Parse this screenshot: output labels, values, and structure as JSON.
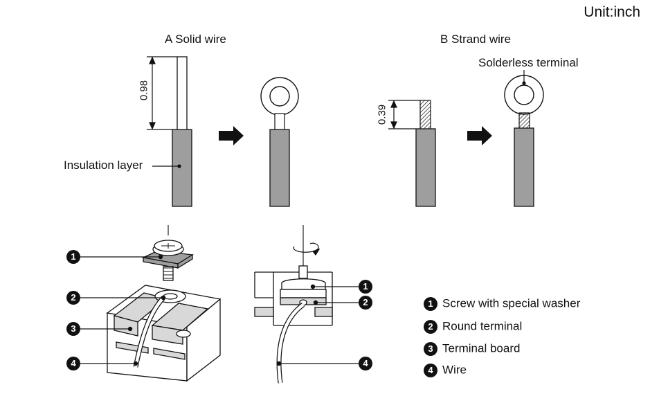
{
  "unit_label": "Unit:inch",
  "section_a": {
    "title": "A Solid wire",
    "dimension": "0.98",
    "insulation_label": "Insulation layer"
  },
  "section_b": {
    "title": "B Strand wire",
    "dimension": "0.39",
    "terminal_label": "Solderless terminal"
  },
  "callout_numbers": [
    "1",
    "2",
    "3",
    "4"
  ],
  "legend": [
    {
      "num": "1",
      "label": "Screw with special washer"
    },
    {
      "num": "2",
      "label": "Round terminal"
    },
    {
      "num": "3",
      "label": "Terminal board"
    },
    {
      "num": "4",
      "label": "Wire"
    }
  ],
  "colors": {
    "insulation": "#9e9e9e",
    "board": "#d8d8d8",
    "line": "#111111"
  }
}
